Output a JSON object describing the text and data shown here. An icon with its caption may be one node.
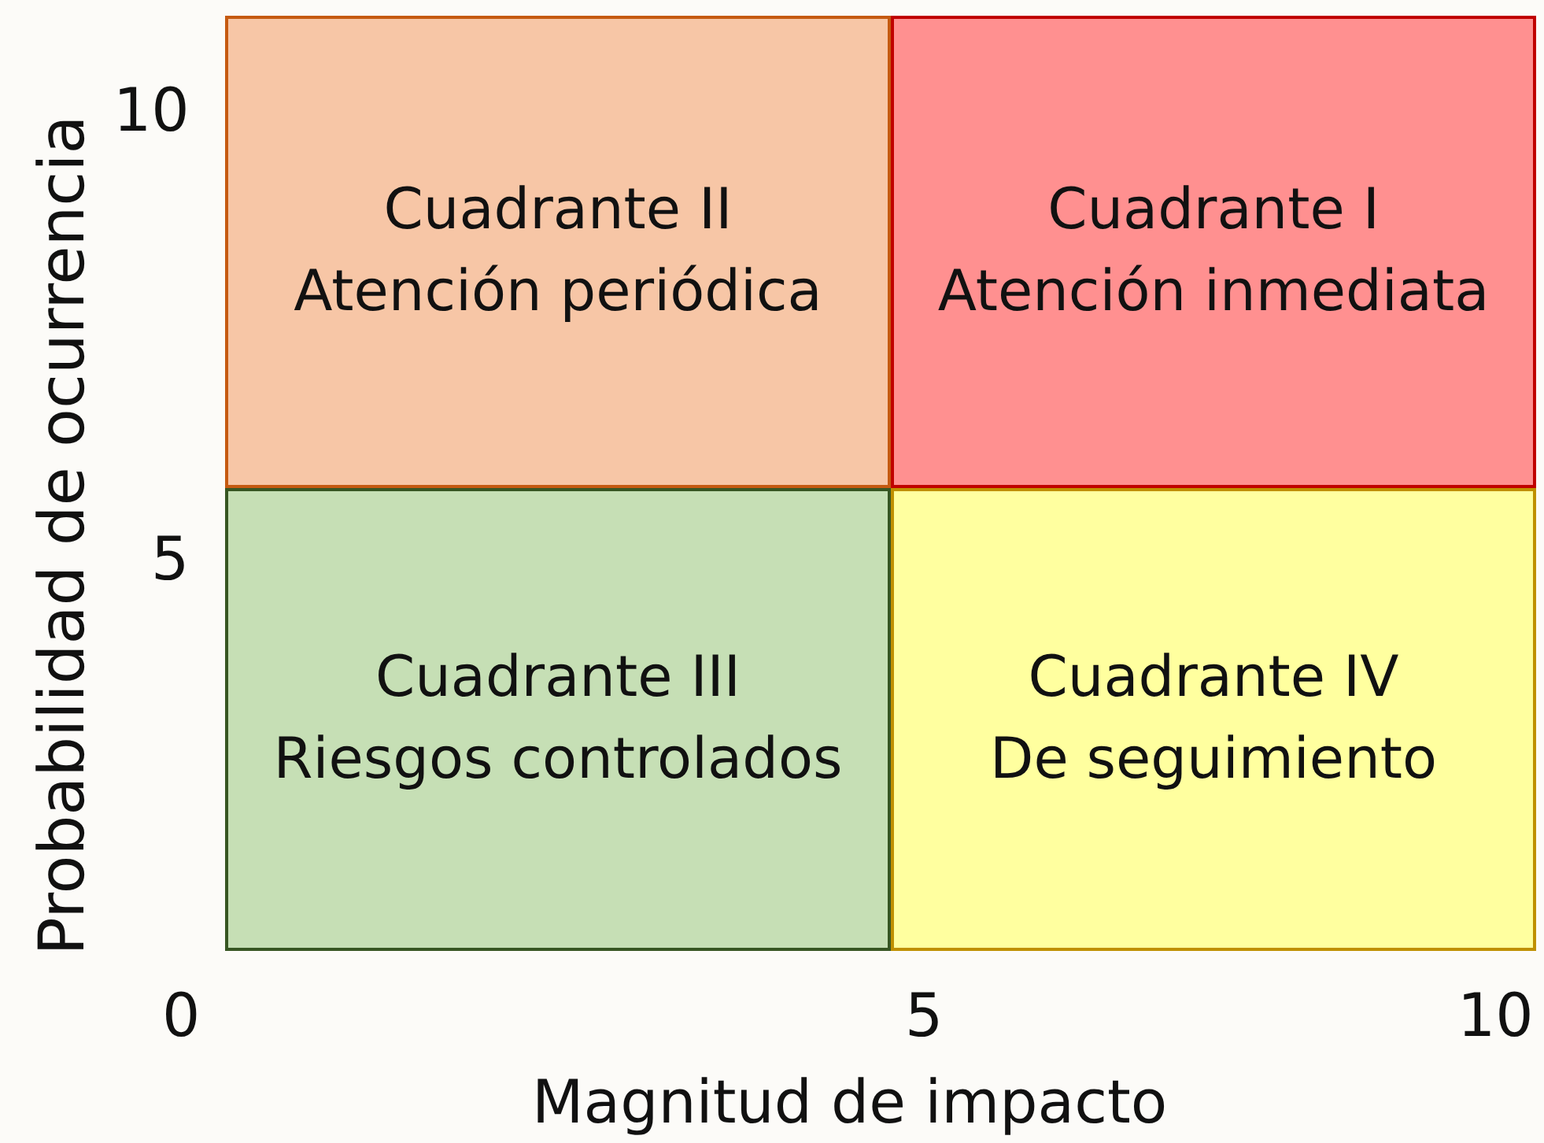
{
  "diagram": {
    "nodes": [
      {
        "text": [
          "Cuadrante II",
          "Atención periódica"
        ]
      },
      {
        "text": [
          "Cuadrante I",
          "Atención inmediata"
        ]
      },
      {
        "text": [
          "Cuadrante III",
          "Riesgos controlados"
        ]
      },
      {
        "text": [
          "Cuadrante IV",
          "De seguimiento"
        ]
      }
    ],
    "labels": [
      "Probabilidad de ocurrencia",
      "10",
      "5",
      "0",
      "5",
      "10",
      "Magnitud de impacto"
    ]
  }
}
